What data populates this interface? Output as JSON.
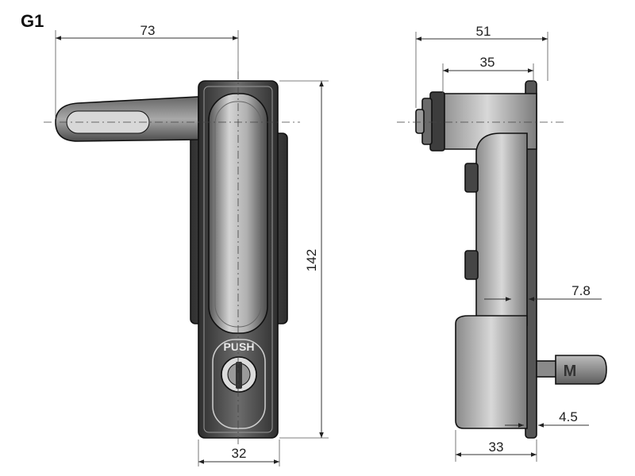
{
  "figure_label": "G1",
  "front_view": {
    "dim_width_overall": "73",
    "dim_height": "142",
    "dim_base_width": "32",
    "push_label": "PUSH"
  },
  "side_view": {
    "dim_depth_overall": "51",
    "dim_depth_body": "35",
    "dim_gap": "7.8",
    "dim_plate": "4.5",
    "dim_base_depth": "33",
    "key_mark": "M"
  },
  "colors": {
    "body_dark": "#3b3b3b",
    "body_mid": "#7a7a7a",
    "body_light": "#c9c9c9",
    "line": "#111111"
  }
}
